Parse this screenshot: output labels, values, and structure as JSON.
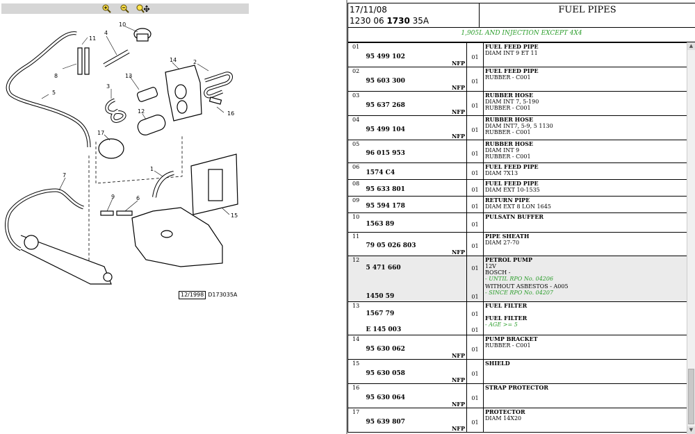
{
  "toolbar": {
    "icons": [
      "zoom-in-icon",
      "zoom-out-icon",
      "zoom-pan-icon"
    ]
  },
  "diagram": {
    "callouts": [
      "1",
      "2",
      "3",
      "4",
      "5",
      "6",
      "7",
      "8",
      "9",
      "10",
      "11",
      "12",
      "13",
      "14",
      "15",
      "16",
      "17"
    ],
    "ref_date": "12/1998",
    "ref_code": "D173035A"
  },
  "header": {
    "date": "17/11/08",
    "code_prefix": "1230 06 ",
    "code_bold": "1730",
    "code_suffix": " 35A",
    "title": "FUEL PIPES",
    "subtitle": "1,905L AND INJECTION EXCEPT 4X4"
  },
  "rows": [
    {
      "no": "01",
      "ref": "95 499 102",
      "nfp": "NFP",
      "qty": "01",
      "title": "FUEL FEED PIPE",
      "lines": [
        "DIAM INT 9 ET 11"
      ]
    },
    {
      "no": "02",
      "ref": "95 603 300",
      "nfp": "NFP",
      "qty": "01",
      "title": "FUEL FEED PIPE",
      "lines": [
        "RUBBER - C001"
      ]
    },
    {
      "no": "03",
      "ref": "95 637 268",
      "nfp": "NFP",
      "qty": "01",
      "title": "RUBBER HOSE",
      "lines": [
        "DIAM INT 7, 5-190",
        "RUBBER - C001"
      ]
    },
    {
      "no": "04",
      "ref": "95 499 104",
      "nfp": "NFP",
      "qty": "01",
      "title": "RUBBER HOSE",
      "lines": [
        "DIAM INT7, 5-9, 5 1130",
        "RUBBER - C001"
      ]
    },
    {
      "no": "05",
      "ref": "96 015 953",
      "nfp": "",
      "qty": "01",
      "title": "RUBBER HOSE",
      "lines": [
        "DIAM INT 9",
        "RUBBER - C001"
      ]
    },
    {
      "no": "06",
      "ref": "1574 C4",
      "nfp": "",
      "qty": "01",
      "title": "FUEL FEED PIPE",
      "lines": [
        "DIAM 7X13"
      ]
    },
    {
      "no": "08",
      "ref": "95 633 801",
      "nfp": "",
      "qty": "01",
      "title": "FUEL FEED PIPE",
      "lines": [
        "DIAM EXT 10-1535"
      ]
    },
    {
      "no": "09",
      "ref": "95 594 178",
      "nfp": "",
      "qty": "01",
      "title": "RETURN PIPE",
      "lines": [
        "DIAM EXT 8 LON 1645"
      ]
    },
    {
      "no": "10",
      "ref": "1563 89",
      "nfp": "",
      "qty": "01",
      "title": "PULSATN BUFFER",
      "lines": []
    },
    {
      "no": "11",
      "ref": "79 05 026 803",
      "nfp": "NFP",
      "qty": "01",
      "title": "PIPE SHEATH",
      "lines": [
        "DIAM 27-70"
      ]
    },
    {
      "no": "12",
      "ref": "5 471 660",
      "ref2": "1450 59",
      "nfp": "",
      "qty": "01",
      "qty2": "01",
      "title": "PETROL PUMP",
      "lines": [
        "12V",
        "BOSCH -"
      ],
      "green": "- UNTIL RPO No. 04206",
      "lines2": [
        "WITHOUT ASBESTOS - A005"
      ],
      "green2": "- SINCE RPO No. 04207"
    },
    {
      "no": "13",
      "ref": "1567 79",
      "ref2": "E 145 003",
      "nfp": "",
      "qty": "01",
      "qty2": "01",
      "title": "FUEL FILTER",
      "title2": "FUEL FILTER",
      "green2": "- AGE >= 5"
    },
    {
      "no": "14",
      "ref": "95 630 062",
      "nfp": "NFP",
      "qty": "01",
      "title": "PUMP BRACKET",
      "lines": [
        "RUBBER - C001"
      ]
    },
    {
      "no": "15",
      "ref": "95 630 058",
      "nfp": "NFP",
      "qty": "01",
      "title": "SHIELD",
      "lines": []
    },
    {
      "no": "16",
      "ref": "95 630 064",
      "nfp": "NFP",
      "qty": "01",
      "title": "STRAP PROTECTOR",
      "lines": []
    },
    {
      "no": "17",
      "ref": "95 639 807",
      "nfp": "NFP",
      "qty": "01",
      "title": "PROTECTOR",
      "lines": [
        "DIAM 14X20"
      ]
    }
  ],
  "colors": {
    "green": "#2a9d2a",
    "highlight": "#ebebeb",
    "toolbar": "#d6d6d6"
  }
}
